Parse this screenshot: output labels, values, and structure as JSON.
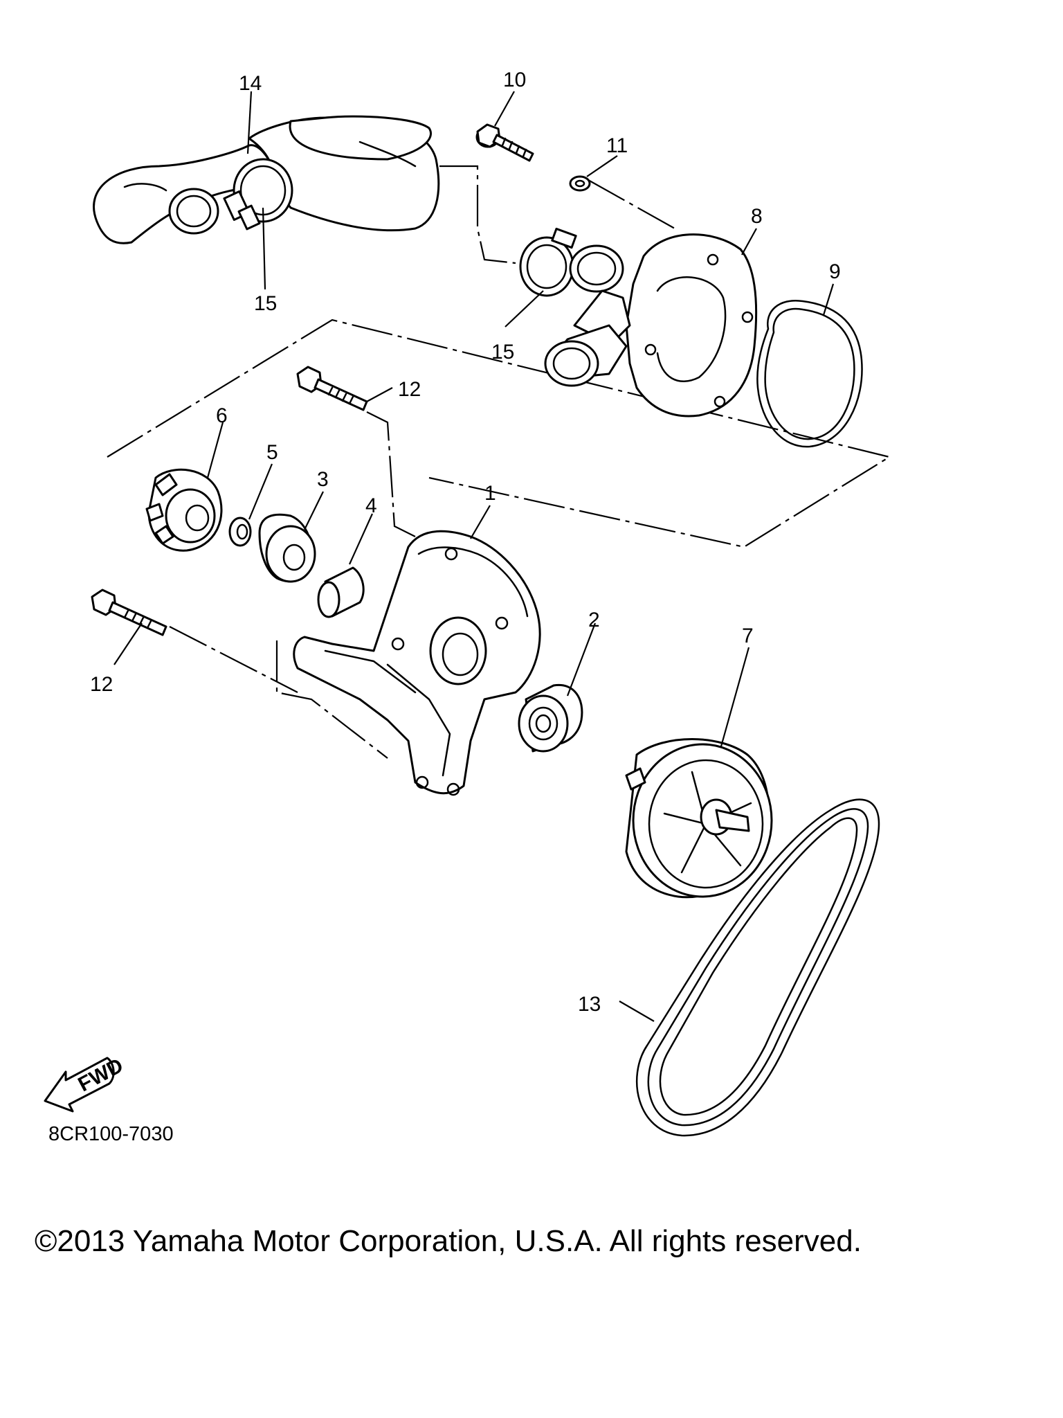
{
  "callouts": [
    {
      "id": "1",
      "label": "1"
    },
    {
      "id": "2",
      "label": "2"
    },
    {
      "id": "3",
      "label": "3"
    },
    {
      "id": "4",
      "label": "4"
    },
    {
      "id": "5",
      "label": "5"
    },
    {
      "id": "6",
      "label": "6"
    },
    {
      "id": "7",
      "label": "7"
    },
    {
      "id": "8",
      "label": "8"
    },
    {
      "id": "9",
      "label": "9"
    },
    {
      "id": "10",
      "label": "10"
    },
    {
      "id": "11",
      "label": "11"
    },
    {
      "id": "12a",
      "label": "12"
    },
    {
      "id": "12b",
      "label": "12"
    },
    {
      "id": "13",
      "label": "13"
    },
    {
      "id": "14",
      "label": "14"
    },
    {
      "id": "15a",
      "label": "15"
    },
    {
      "id": "15b",
      "label": "15"
    }
  ],
  "fwd_label": "FWD",
  "diagram_code": "8CR100-7030",
  "copyright": "©2013 Yamaha Motor Corporation, U.S.A. All rights reserved."
}
